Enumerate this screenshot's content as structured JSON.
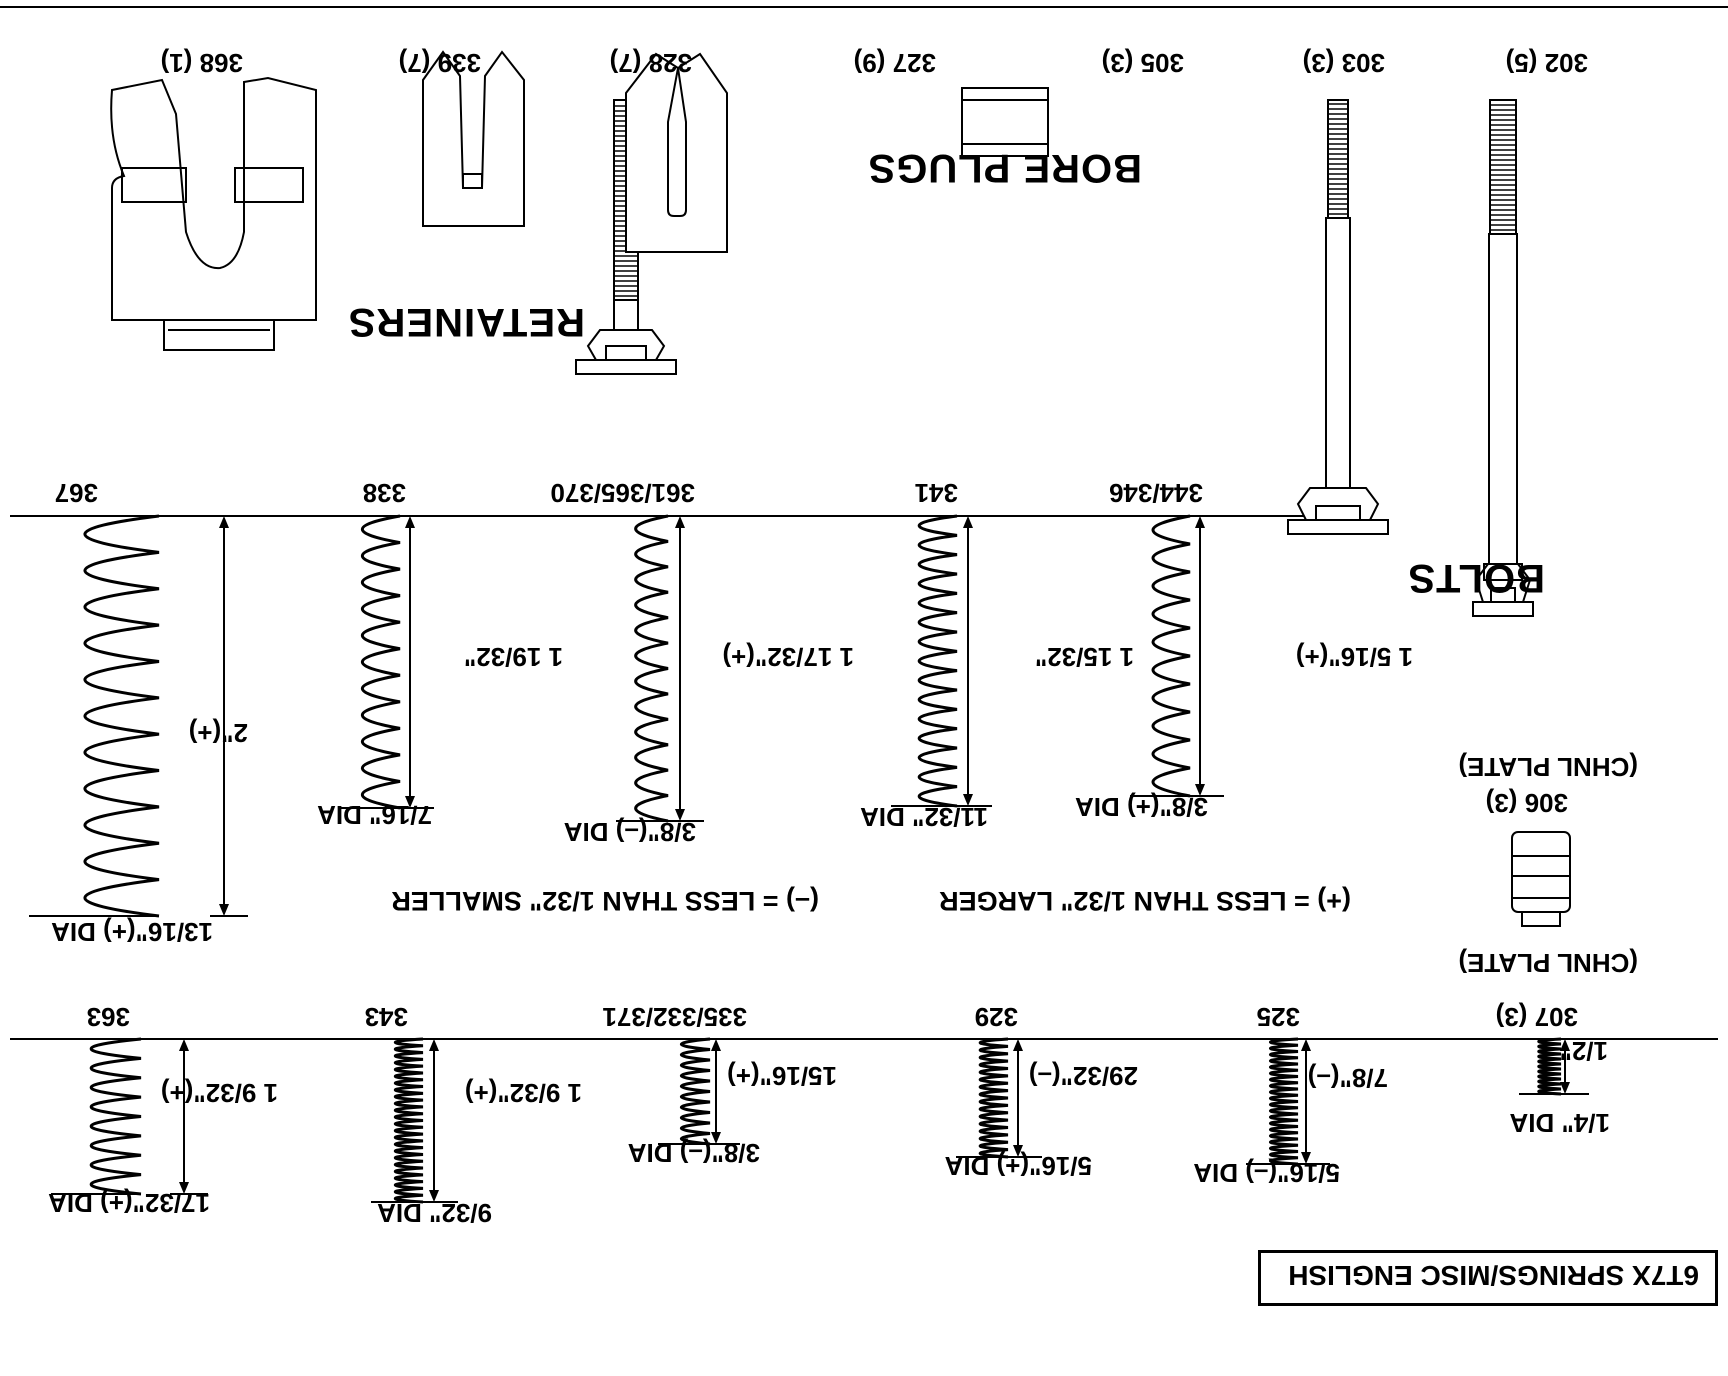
{
  "title": "6T7X SPRINGS/MISC ENGLISH",
  "sections": {
    "bolts": "BOLTS",
    "bore_plugs": "BORE PLUGS",
    "retainers": "RETAINERS"
  },
  "legend": {
    "plus": "(+) = LESS THAN 1/32\" LARGER",
    "minus": "(–) = LESS THAN 1/32\" SMALLER"
  },
  "hardware": {
    "bolt_302": "302 (5)",
    "bolt_303": "303 (3)",
    "bolt_305": "305 (3)",
    "plug_327": "327 (9)",
    "retainer_328": "328 (7)",
    "retainer_339": "339 (7)",
    "retainer_368": "368 (1)",
    "plate_306": "306 (3)",
    "plate_306_note": "(CHNL PLATE)",
    "plate_307_note": "(CHNL PLATE)"
  },
  "springs_row1": [
    {
      "id": "344/346",
      "length": "1 5/16\"(+)",
      "dia": "3/8\"(+) DIA"
    },
    {
      "id": "341",
      "length": "1 15/32\"",
      "dia": "11/32\" DIA"
    },
    {
      "id": "361/365/370",
      "length": "1 17/32\"(+)",
      "dia": "3/8\"(–) DIA"
    },
    {
      "id": "338",
      "length": "1 19/32\"",
      "dia": "7/16\" DIA"
    },
    {
      "id": "367",
      "length": "2\"(+)",
      "dia": "13/16\"(+) DIA"
    }
  ],
  "springs_row2": [
    {
      "id": "307 (3)",
      "length": "1/2\"",
      "dia": "1/4\" DIA"
    },
    {
      "id": "325",
      "length": "7/8\"(–)",
      "dia": "5/16\"(–) DIA"
    },
    {
      "id": "329",
      "length": "29/32\"(–)",
      "dia": "5/16\"(+) DIA"
    },
    {
      "id": "335/332/371",
      "length": "15/16\"(+)",
      "dia": "3/8\"(–) DIA"
    },
    {
      "id": "343",
      "length": "1 9/32\"(+)",
      "dia": "9/32\" DIA"
    },
    {
      "id": "363",
      "length": "1 9/32\"(+)",
      "dia": "17/32\"(+) DIA"
    }
  ]
}
